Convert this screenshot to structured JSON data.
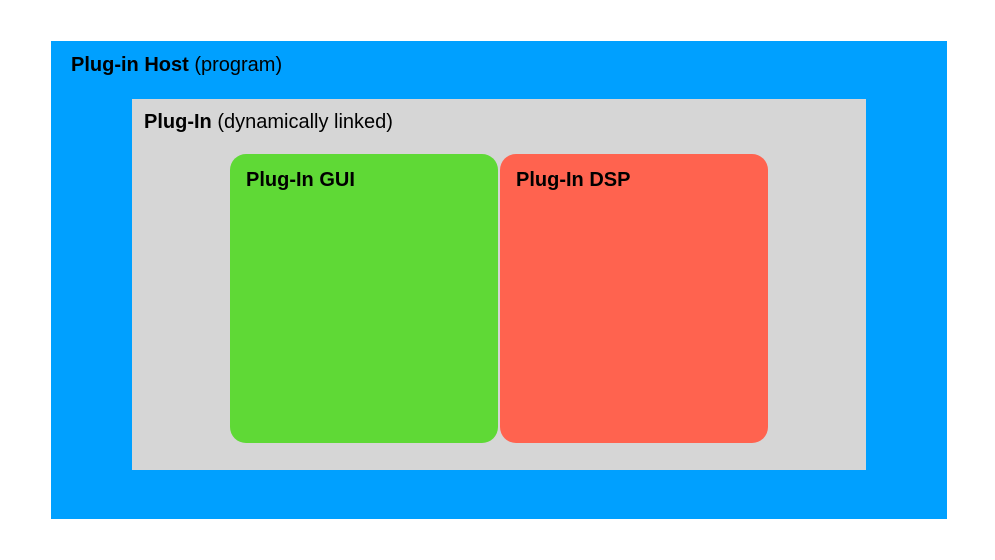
{
  "host": {
    "title": "Plug-in Host",
    "subtitle": "(program)",
    "color": "#00a0ff"
  },
  "plugin": {
    "title": "Plug-In",
    "subtitle": "(dynamically linked)",
    "color": "#d6d6d6"
  },
  "components": [
    {
      "label": "Plug-In GUI",
      "color": "#5fd936"
    },
    {
      "label": "Plug-In DSP",
      "color": "#ff634f"
    }
  ]
}
